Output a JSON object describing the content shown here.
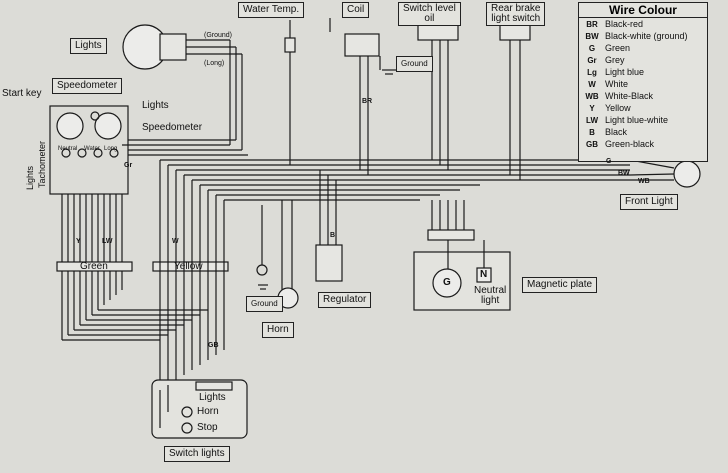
{
  "labels": {
    "lights_top": "Lights",
    "speedometer_box": "Speedometer",
    "start_key": "Start key",
    "lights_mid": "Lights",
    "speedometer_right": "Speedometer",
    "tachometer": "Tachometer",
    "lights_vert": "Lights",
    "green": "Green",
    "yellow": "Yellow",
    "water_temp": "Water Temp.",
    "coil": "Coil",
    "switch_level_oil": "Switch level\noil",
    "rear_brake": "Rear brake\nlight switch",
    "ground_coil": "Ground",
    "ground_left": "Ground",
    "ground_top": "(Ground)",
    "long_top": "(Long)",
    "horn": "Horn",
    "regulator": "Regulator",
    "neutral_light": "Neutral\nlight",
    "magnetic_plate": "Magnetic plate",
    "front_light": "Front Light",
    "switch_lights": "Switch lights",
    "sw_lights": "Lights",
    "sw_horn": "Horn",
    "sw_stop": "Stop",
    "neutral_gauge": "Neutral",
    "water_gauge": "Water",
    "long_gauge": "Long",
    "g_symbol": "G",
    "n_symbol": "N"
  },
  "wire_colour": {
    "title": "Wire Colour",
    "rows": [
      {
        "code": "BR",
        "name": "Black-red"
      },
      {
        "code": "BW",
        "name": "Black-white (ground)"
      },
      {
        "code": "G",
        "name": "Green"
      },
      {
        "code": "Gr",
        "name": "Grey"
      },
      {
        "code": "Lg",
        "name": "Light blue"
      },
      {
        "code": "W",
        "name": "White"
      },
      {
        "code": "WB",
        "name": "White-Black"
      },
      {
        "code": "Y",
        "name": "Yellow"
      },
      {
        "code": "LW",
        "name": "Light blue-white"
      },
      {
        "code": "B",
        "name": "Black"
      },
      {
        "code": "GB",
        "name": "Green-black"
      }
    ]
  },
  "wire_tags": {
    "gr": "Gr",
    "g": "G",
    "bw": "BW",
    "wb": "WB",
    "br": "BR",
    "y": "Y",
    "lw": "LW",
    "w": "W",
    "gb": "GB",
    "b": "B"
  }
}
